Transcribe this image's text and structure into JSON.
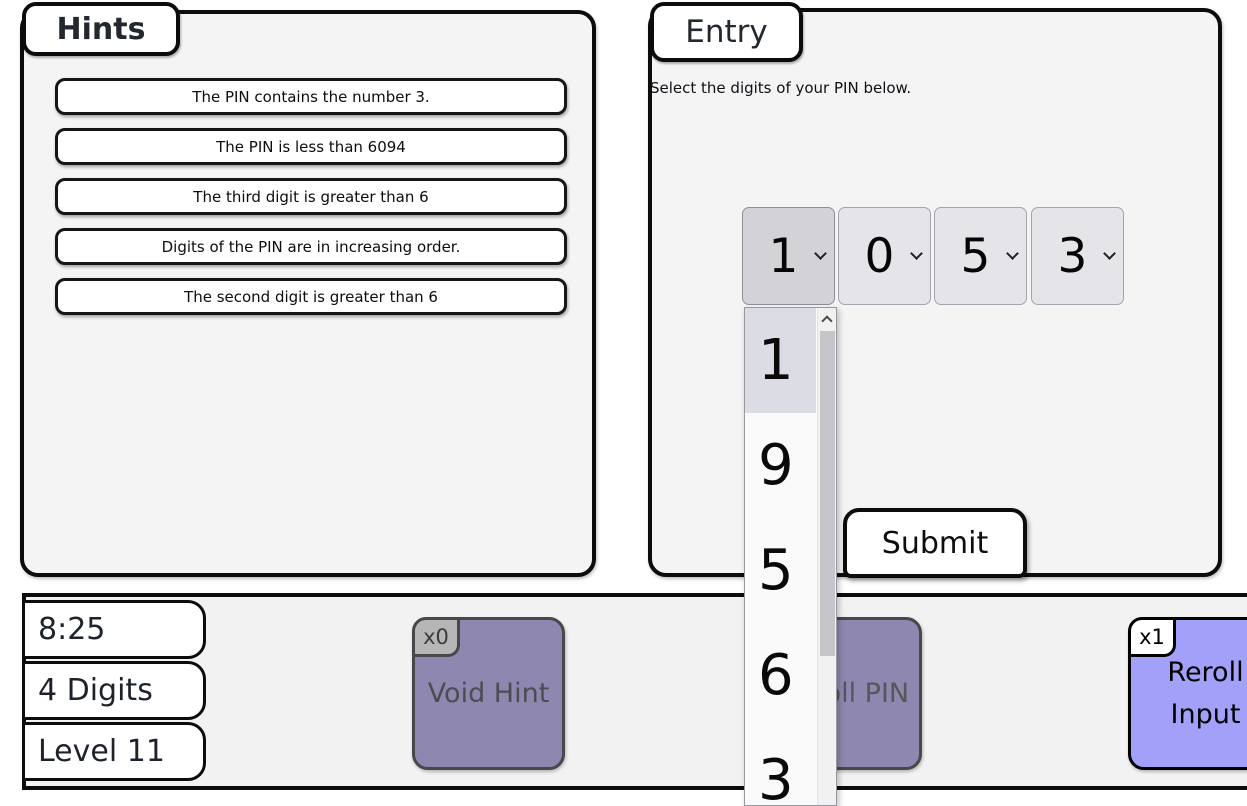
{
  "hints_panel": {
    "title": "Hints",
    "hints": [
      "The PIN contains the number 3.",
      "The PIN is less than 6094",
      "The third digit is greater than 6",
      "Digits of the PIN are in increasing order.",
      "The second digit is greater than 6"
    ]
  },
  "entry_panel": {
    "title": "Entry",
    "instruction": "Select the digits of your PIN below.",
    "digits": [
      "1",
      "0",
      "5",
      "3"
    ],
    "dropdown": {
      "open_for_digit": 1,
      "selected": "1",
      "options": [
        "1",
        "9",
        "5",
        "6",
        "3"
      ]
    },
    "submit_label": "Submit"
  },
  "status_bar": {
    "timer": "8:25",
    "digits_label": "4 Digits",
    "level_label": "Level 11",
    "buttons": {
      "void_hint": {
        "label": "Void Hint",
        "count": "x0"
      },
      "reroll_pin": {
        "label": "Reroll PIN"
      },
      "reroll_input": {
        "label": "Reroll Input",
        "count": "x1"
      }
    }
  },
  "colors": {
    "panel_bg": "#f4f4f4",
    "page_bg": "#ffffff",
    "border_dark": "#0c0c0c",
    "muted_purple_button": "#8e88b0",
    "bright_purple_button": "#a3a0fa",
    "select_bg": "#e4e4e9",
    "select_focused_bg": "#d2d2d7",
    "dropdown_highlight": "#dcdce5",
    "scrollbar_thumb": "#c6c6ca"
  }
}
